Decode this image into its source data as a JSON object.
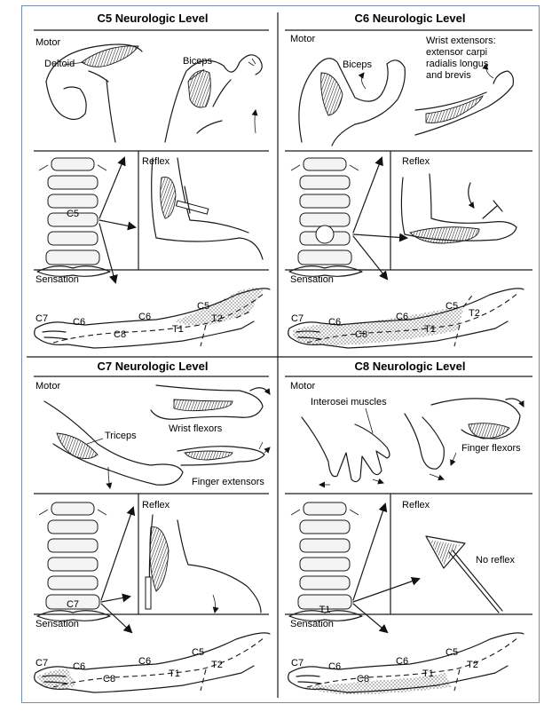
{
  "panels": {
    "c5": {
      "title": "C5 Neurologic Level",
      "motor_label": "Motor",
      "muscles": [
        "Deltoid",
        "Biceps"
      ],
      "reflex_label": "Reflex",
      "sensation_label": "Sensation",
      "level_label": "C5",
      "dermatomes": [
        "C7",
        "C6",
        "C6",
        "C5",
        "T2",
        "C8",
        "T1"
      ]
    },
    "c6": {
      "title": "C6 Neurologic Level",
      "motor_label": "Motor",
      "muscles": [
        "Biceps",
        "Wrist extensors:",
        "extensor carpi",
        "radialis longus",
        "and brevis"
      ],
      "reflex_label": "Reflex",
      "sensation_label": "Sensation",
      "dermatomes": [
        "C7",
        "C6",
        "C6",
        "C5",
        "T2",
        "C8",
        "T1"
      ]
    },
    "c7": {
      "title": "C7 Neurologic Level",
      "motor_label": "Motor",
      "muscles": [
        "Triceps",
        "Wrist flexors",
        "Finger extensors"
      ],
      "reflex_label": "Reflex",
      "sensation_label": "Sensation",
      "level_label": "C7",
      "dermatomes": [
        "C7",
        "C6",
        "C6",
        "C5",
        "T2",
        "C8",
        "T1"
      ]
    },
    "c8": {
      "title": "C8 Neurologic Level",
      "motor_label": "Motor",
      "muscles": [
        "Interosei muscles",
        "Finger flexors"
      ],
      "reflex_label": "Reflex",
      "reflex_note": "No reflex",
      "sensation_label": "Sensation",
      "level_label": "T1",
      "dermatomes": [
        "C7",
        "C6",
        "C6",
        "C5",
        "T2",
        "C8",
        "T1"
      ]
    }
  }
}
